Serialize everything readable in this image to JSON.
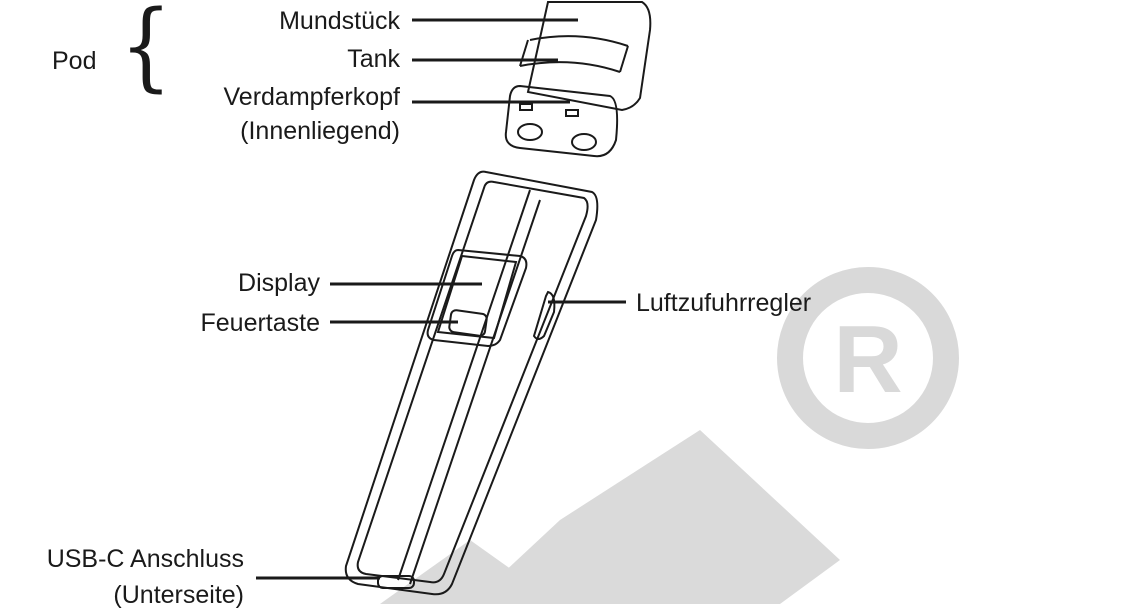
{
  "diagram": {
    "group": {
      "label": "Pod",
      "parts": {
        "mouthpiece": "Mundstück",
        "tank": "Tank",
        "coil_line1": "Verdampferkopf",
        "coil_line2": "(Innenliegend)"
      }
    },
    "device": {
      "display": "Display",
      "fire_button": "Feuertaste",
      "airflow": "Luftzufuhrregler",
      "usb_line1": "USB-C Anschluss",
      "usb_line2": "(Unterseite)"
    }
  },
  "colors": {
    "ink": "#1a1a1a",
    "watermark": "#d6d6d6"
  }
}
